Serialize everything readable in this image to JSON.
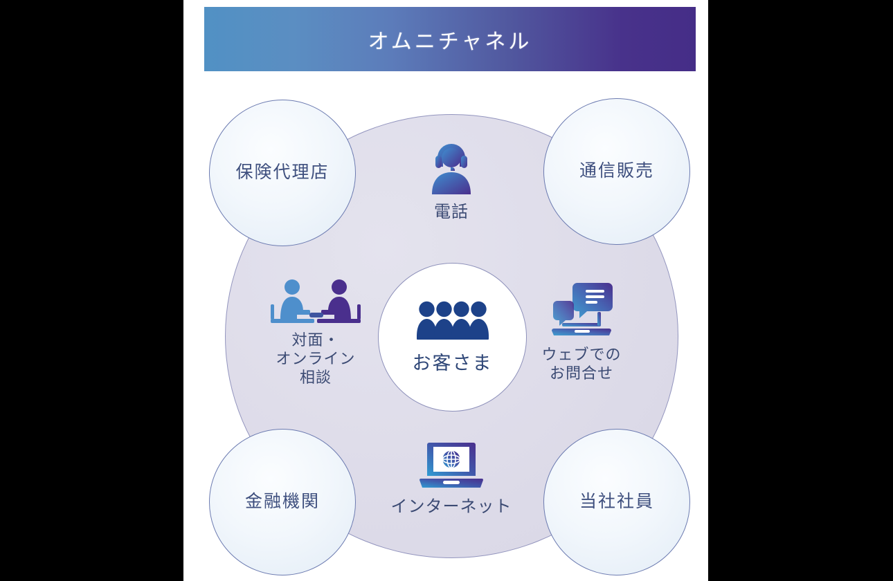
{
  "header": {
    "title": "オムニチャネル",
    "gradient_from": "#5191c4",
    "gradient_to": "#452d87"
  },
  "hub": {
    "center": {
      "label": "お客さま",
      "icon": "people-group-icon",
      "icon_color": "#1d4289"
    },
    "outer_circles": [
      {
        "id": "insurance-agency",
        "label": "保険代理店",
        "position": "top-left"
      },
      {
        "id": "mail-order",
        "label": "通信販売",
        "position": "top-right"
      },
      {
        "id": "financial-institution",
        "label": "金融機関",
        "position": "bottom-left"
      },
      {
        "id": "own-employees",
        "label": "当社社員",
        "position": "bottom-right"
      }
    ],
    "channels": [
      {
        "id": "telephone",
        "label": "電話",
        "icon": "headset-operator-icon",
        "position": "top"
      },
      {
        "id": "consultation",
        "label": "対面・\nオンライン\n相談",
        "icon": "two-people-at-desk-icon",
        "position": "left"
      },
      {
        "id": "web-inquiry",
        "label": "ウェブでの\nお問合せ",
        "icon": "laptop-chat-icon",
        "position": "right"
      },
      {
        "id": "internet",
        "label": "インターネット",
        "icon": "laptop-globe-icon",
        "position": "bottom"
      }
    ]
  },
  "colors": {
    "icon_gradient_start": "#3f8fd0",
    "icon_gradient_end": "#4a2f8d",
    "outer_circle_border": "#6b7ab0",
    "background_circle_fill": "#dedce9",
    "text_blue": "#3e4f7e",
    "letterbox": "#000000"
  }
}
